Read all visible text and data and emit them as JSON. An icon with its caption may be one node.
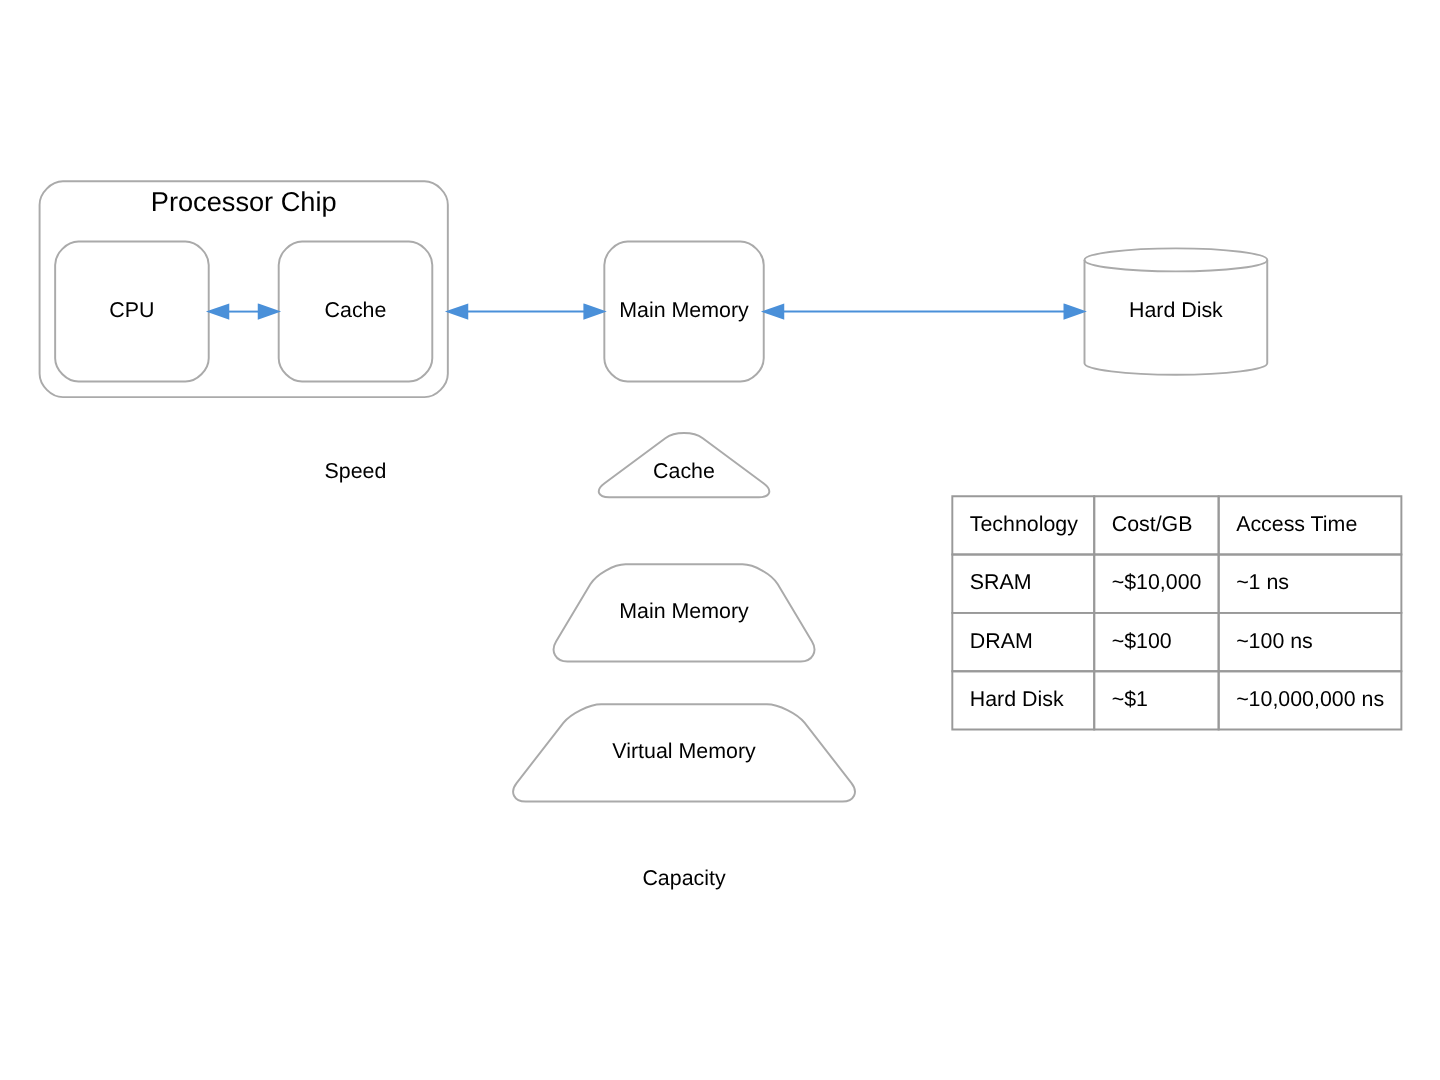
{
  "diagram": {
    "nodes": [
      {
        "text": [
          "Processor Chip"
        ]
      },
      {
        "text": [
          "CPU"
        ],
        "in": 0
      },
      {
        "text": [
          "Cache"
        ],
        "in": 0
      },
      {
        "text": [
          "Main Memory"
        ]
      },
      {
        "text": [
          "Hard Disk"
        ]
      },
      {
        "text": [
          "Cache"
        ]
      },
      {
        "text": [
          "Main Memory"
        ]
      },
      {
        "text": [
          "Virtual Memory"
        ]
      }
    ],
    "edges": [
      {
        "from": 1,
        "to": 2,
        "arrow": "both"
      },
      {
        "from": 0,
        "to": 3,
        "arrow": "both"
      },
      {
        "from": 3,
        "to": 4,
        "arrow": "both"
      }
    ],
    "labels": [
      "Speed",
      "Capacity",
      "Technology",
      "Cost/GB",
      "Access Time",
      "SRAM",
      "~$10,000",
      "~1 ns",
      "DRAM",
      "~$100",
      "~100 ns",
      "Hard Disk",
      "~$1",
      "~10,000,000 ns"
    ]
  }
}
